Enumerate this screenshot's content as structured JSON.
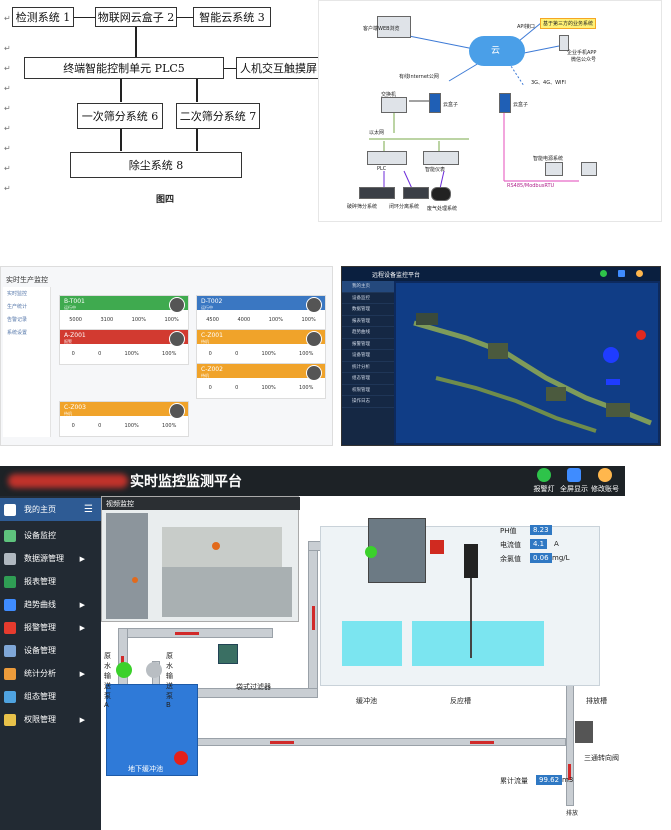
{
  "flowchart": {
    "box1": "检测系统 1",
    "box2": "物联网云盒子 2",
    "box3": "智能云系统 3",
    "box4": "终端智能控制单元 PLC5",
    "box5": "人机交互触摸屏",
    "box6": "一次筛分系统 6",
    "box7": "二次筛分系统 7",
    "box8": "除尘系统 8",
    "caption": "图四"
  },
  "network": {
    "cloud": "云",
    "api": "API接口",
    "third_party": "基于第三方的业务系统",
    "web": "客户端WEB浏览",
    "app": "企业手机APP",
    "wechat": "微信公众号",
    "internet": "有线Internet公网",
    "wireless": "3G、4G、WIFI",
    "switch": "交换机",
    "cloud_box": "云盒子",
    "cloud_box2": "云盒子",
    "ethernet": "以太网",
    "plc": "PLC",
    "meter": "智能仪表",
    "screen1": "破碎筛分系统",
    "screen2": "闭环分离系统",
    "dust": "废气处理系统",
    "energy": "智能电源系统",
    "rs485": "RS485/ModbusRTU"
  },
  "dashboard": {
    "title": "实时生产监控",
    "nav": [
      "实时监控",
      "生产统计",
      "告警记录",
      "系统设置"
    ],
    "cards": [
      {
        "name": "B-T001",
        "status": "运行中",
        "color": "#3faa4f",
        "v1": "5000",
        "v2": "3100",
        "v3": "100%",
        "v4": "100%"
      },
      {
        "name": "D-T002",
        "status": "运行中",
        "color": "#3a77c2",
        "v1": "4500",
        "v2": "4000",
        "v3": "100%",
        "v4": "100%"
      },
      {
        "name": "A-Z001",
        "status": "报警",
        "color": "#d23a30",
        "v1": "0",
        "v2": "0",
        "v3": "100%",
        "v4": "100%"
      },
      {
        "name": "C-Z001",
        "status": "待机",
        "color": "#f0a32a",
        "v1": "0",
        "v2": "0",
        "v3": "100%",
        "v4": "100%"
      },
      {
        "name": "C-Z002",
        "status": "待机",
        "color": "#f0a32a",
        "v1": "0",
        "v2": "0",
        "v3": "100%",
        "v4": "100%"
      },
      {
        "name": "C-Z003",
        "status": "待机",
        "color": "#f0a32a",
        "v1": "0",
        "v2": "0",
        "v3": "100%",
        "v4": "100%"
      }
    ]
  },
  "scada_small": {
    "title": "远程设备监控平台",
    "menu": [
      "我的主页",
      "设备监控",
      "数据管理",
      "报表管理",
      "趋势曲线",
      "报警管理",
      "设备管理",
      "统计分析",
      "组态管理",
      "权限管理",
      "操作日志"
    ]
  },
  "main": {
    "title_suffix": "实时监控监测平台",
    "header_buttons": [
      "报警灯",
      "全屏显示",
      "修改账号"
    ],
    "menu": [
      "我的主页",
      "设备监控",
      "数据源管理",
      "报表管理",
      "趋势曲线",
      "报警管理",
      "设备管理",
      "统计分析",
      "组态管理",
      "权限管理"
    ],
    "video_title": "视频监控",
    "labels": {
      "pump_a": "原水输送泵A",
      "pump_b": "原水输送泵B",
      "filter": "袋式过滤器",
      "buffer": "缓冲池",
      "reactor": "反应槽",
      "discharge": "排放槽",
      "underground": "地下缓冲池",
      "valve": "三通转向阀",
      "bottom": "排放",
      "ph": "PH值",
      "current": "电流值",
      "chlorine": "余氯值",
      "total": "累计流量"
    },
    "values": {
      "ph": "8.23",
      "current": "4.1",
      "current_unit": "A",
      "chlorine": "0.06",
      "chlorine_unit": "mg/L",
      "total": "99.62",
      "total_unit": "m3"
    }
  }
}
